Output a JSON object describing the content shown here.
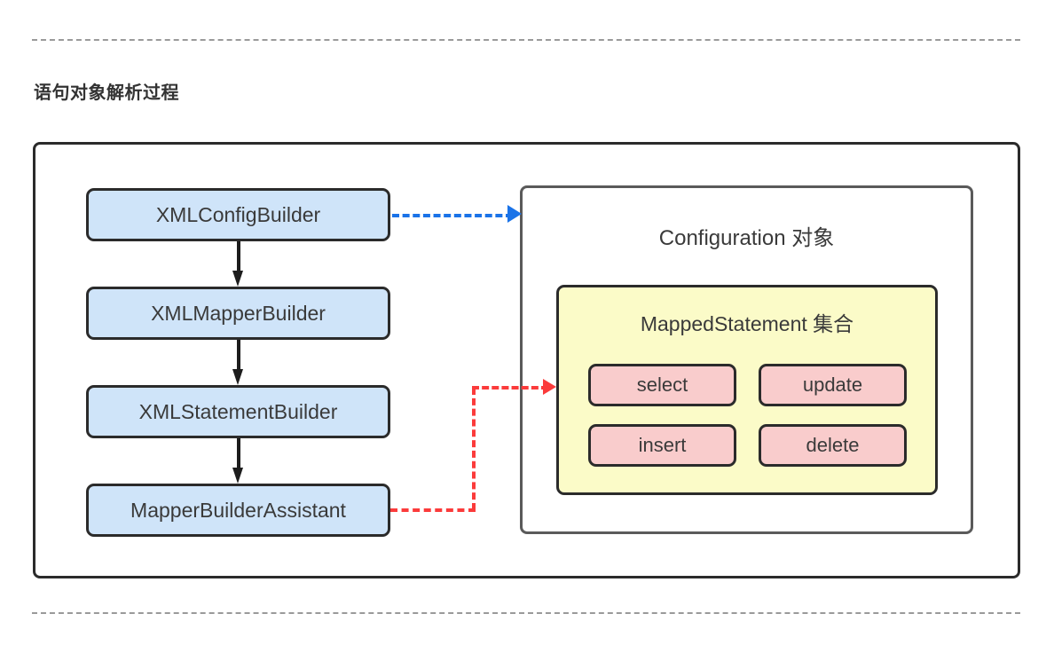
{
  "page": {
    "title": "语句对象解析过程",
    "background": "#ffffff"
  },
  "dividers": {
    "top_label": "top-dashed-rule",
    "bottom_label": "bottom-dashed-rule",
    "color": "#9a9a9a"
  },
  "diagram": {
    "builders": [
      {
        "label": "XMLConfigBuilder"
      },
      {
        "label": "XMLMapperBuilder"
      },
      {
        "label": "XMLStatementBuilder"
      },
      {
        "label": "MapperBuilderAssistant"
      }
    ],
    "builder_fill": "#cfe4f9",
    "builder_border": "#2b2b2b",
    "configuration": {
      "title": "Configuration 对象",
      "border": "#5a5a5a",
      "mapped_statements": {
        "title": "MappedStatement 集合",
        "fill": "#fbfbc8",
        "statements": [
          {
            "label": "select"
          },
          {
            "label": "update"
          },
          {
            "label": "insert"
          },
          {
            "label": "delete"
          }
        ],
        "statement_fill": "#f9cccc"
      }
    },
    "connectors": {
      "flow_arrow_color": "#1d1d1d",
      "config_link_color": "#1a73e8",
      "statement_link_color": "#fb3b3b"
    }
  }
}
